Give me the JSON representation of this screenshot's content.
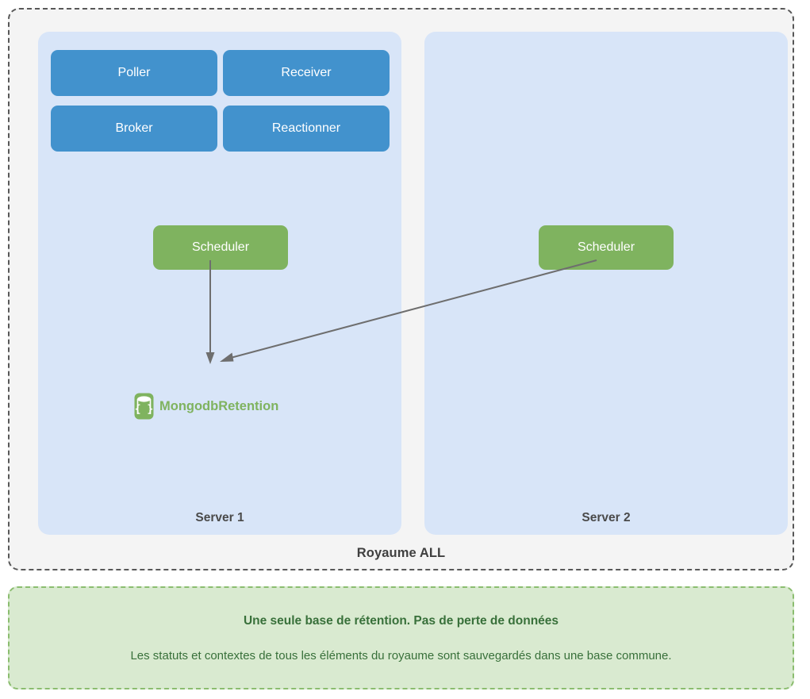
{
  "realm": {
    "title": "Royaume ALL",
    "servers": [
      {
        "label": "Server 1",
        "daemons": [
          {
            "name": "Poller"
          },
          {
            "name": "Receiver"
          },
          {
            "name": "Broker"
          },
          {
            "name": "Reactionner"
          }
        ],
        "scheduler": "Scheduler",
        "database": {
          "label": "MongodbRetention",
          "icon": "database-icon"
        }
      },
      {
        "label": "Server 2",
        "scheduler": "Scheduler"
      }
    ]
  },
  "note": {
    "title": "Une seule base de rétention. Pas de perte de données",
    "text": "Les statuts et contextes de tous les éléments du royaume sont sauvegardés dans une base commune."
  },
  "colors": {
    "daemon_blue": "#4292cd",
    "scheduler_green": "#7fb35f",
    "panel_blue": "#d8e5f8",
    "realm_bg": "#f4f4f4",
    "realm_border": "#585858",
    "note_bg": "#d9ead0",
    "note_border": "#8bbd6f",
    "note_text": "#38703a",
    "arrow": "#6e6e6e"
  }
}
